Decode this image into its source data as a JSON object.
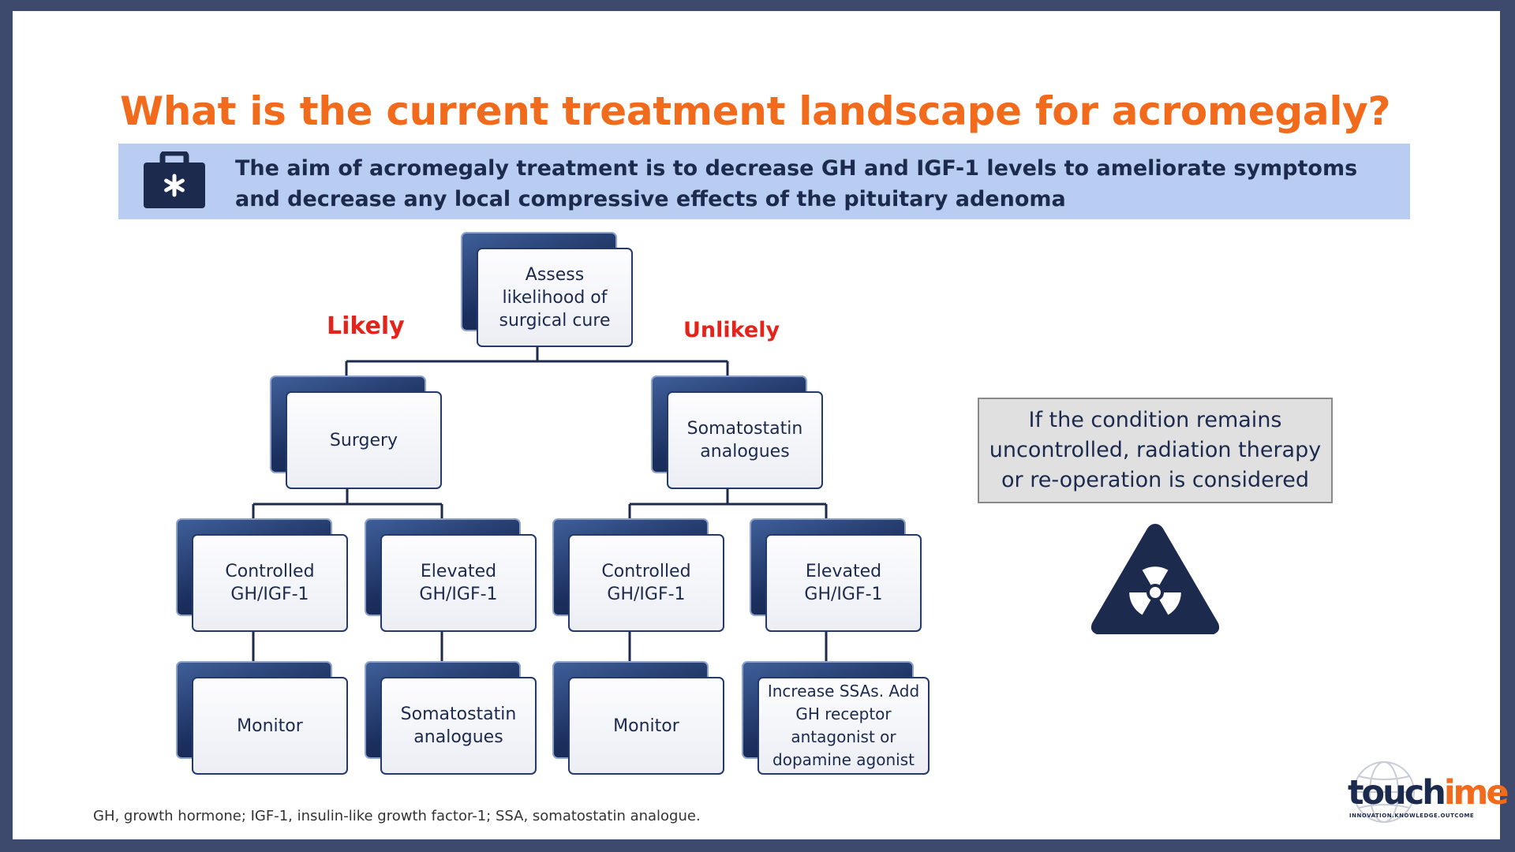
{
  "slide": {
    "title": "What is the current treatment landscape for acromegaly?",
    "aim": "The aim of acromegaly treatment is to decrease GH and IGF-1 levels to ameliorate symptoms and decrease any local compressive effects of the pituitary adenoma",
    "footnote": "GH, growth hormone; IGF-1, insulin-like growth factor-1; SSA, somatostatin analogue."
  },
  "flowchart": {
    "root": "Assess likelihood of surgical cure",
    "branches": {
      "likely": "Likely",
      "unlikely": "Unlikely"
    },
    "surgery": "Surgery",
    "ssa": "Somatostatin analogues",
    "surgery_controlled": "Controlled GH/IGF-1",
    "surgery_elevated": "Elevated GH/IGF-1",
    "ssa_controlled": "Controlled GH/IGF-1",
    "ssa_elevated": "Elevated GH/IGF-1",
    "surgery_controlled_outcome": "Monitor",
    "surgery_elevated_outcome": "Somatostatin analogues",
    "ssa_controlled_outcome": "Monitor",
    "ssa_elevated_outcome": "Increase SSAs. Add GH receptor antagonist or dopamine agonist"
  },
  "note": {
    "text": "If the condition remains uncontrolled, radiation therapy or re-operation is considered"
  },
  "logo": {
    "brand_dark": "touch",
    "brand_accent": "ime",
    "tagline": "INNOVATION.KNOWLEDGE.OUTCOME"
  },
  "icons": {
    "banner": "medical-kit-icon",
    "note": "radiation-hazard-icon"
  },
  "colors": {
    "title": "#f26a1b",
    "branch_labels": "#e4241b",
    "navy": "#1c2a4e",
    "banner_bg": "#b8cdf1",
    "note_bg": "#e0e0e0"
  }
}
